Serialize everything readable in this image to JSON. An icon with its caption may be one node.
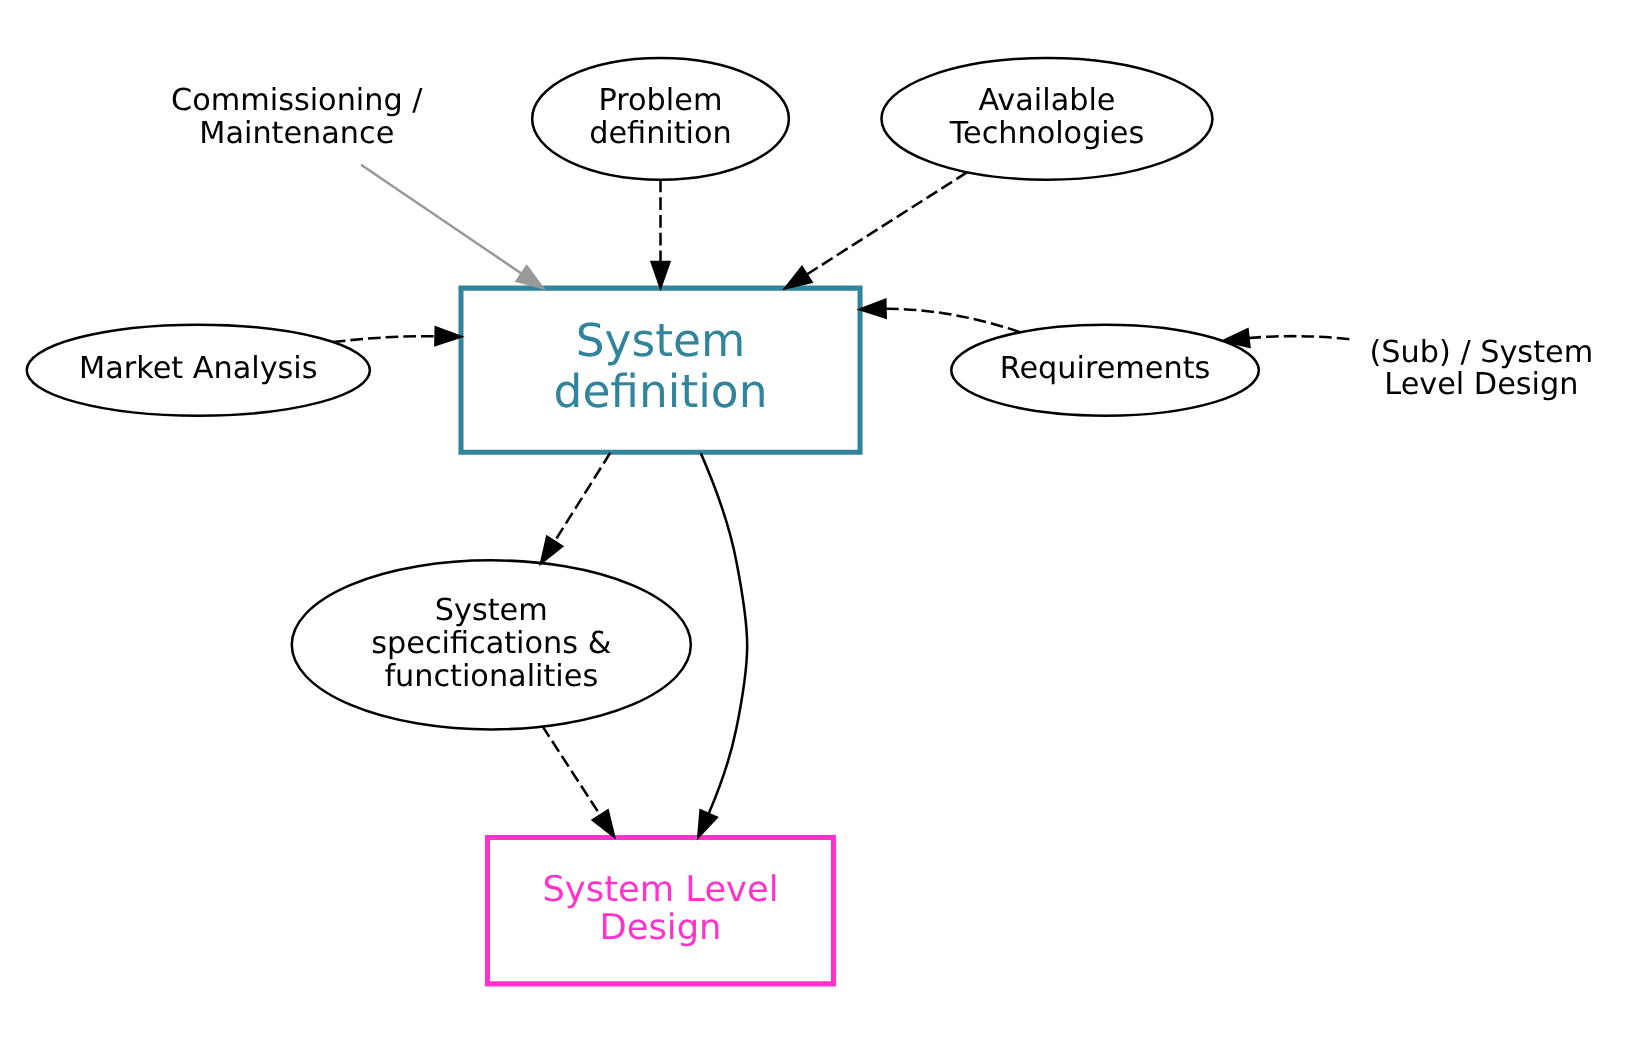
{
  "diagram": {
    "nodes": [
      {
        "text": [
          "Commissioning / Maintenance"
        ]
      },
      {
        "text": [
          "Problem definition"
        ]
      },
      {
        "text": [
          "Available Technologies"
        ]
      },
      {
        "text": [
          "Market Analysis"
        ]
      },
      {
        "text": [
          "System definition"
        ]
      },
      {
        "text": [
          "Requirements"
        ]
      },
      {
        "text": [
          "(Sub) / System Level Design"
        ]
      },
      {
        "text": [
          "System specifications & functionalities"
        ]
      },
      {
        "text": [
          "System Level Design"
        ]
      }
    ],
    "edges": [
      {
        "from": 0,
        "to": 4,
        "arrow": "to",
        "color": "#999999"
      },
      {
        "from": 1,
        "to": 4,
        "arrow": "to",
        "style": "dashed"
      },
      {
        "from": 2,
        "to": 4,
        "arrow": "to",
        "style": "dashed"
      },
      {
        "from": 3,
        "to": 4,
        "arrow": "to",
        "style": "dashed"
      },
      {
        "from": 5,
        "to": 4,
        "arrow": "to",
        "style": "dashed"
      },
      {
        "from": 6,
        "to": 5,
        "arrow": "to",
        "style": "dashed"
      },
      {
        "from": 4,
        "to": 7,
        "arrow": "to",
        "style": "dashed"
      },
      {
        "from": 4,
        "to": 8,
        "arrow": "to"
      },
      {
        "from": 7,
        "to": 8,
        "arrow": "to",
        "style": "dashed"
      }
    ]
  }
}
